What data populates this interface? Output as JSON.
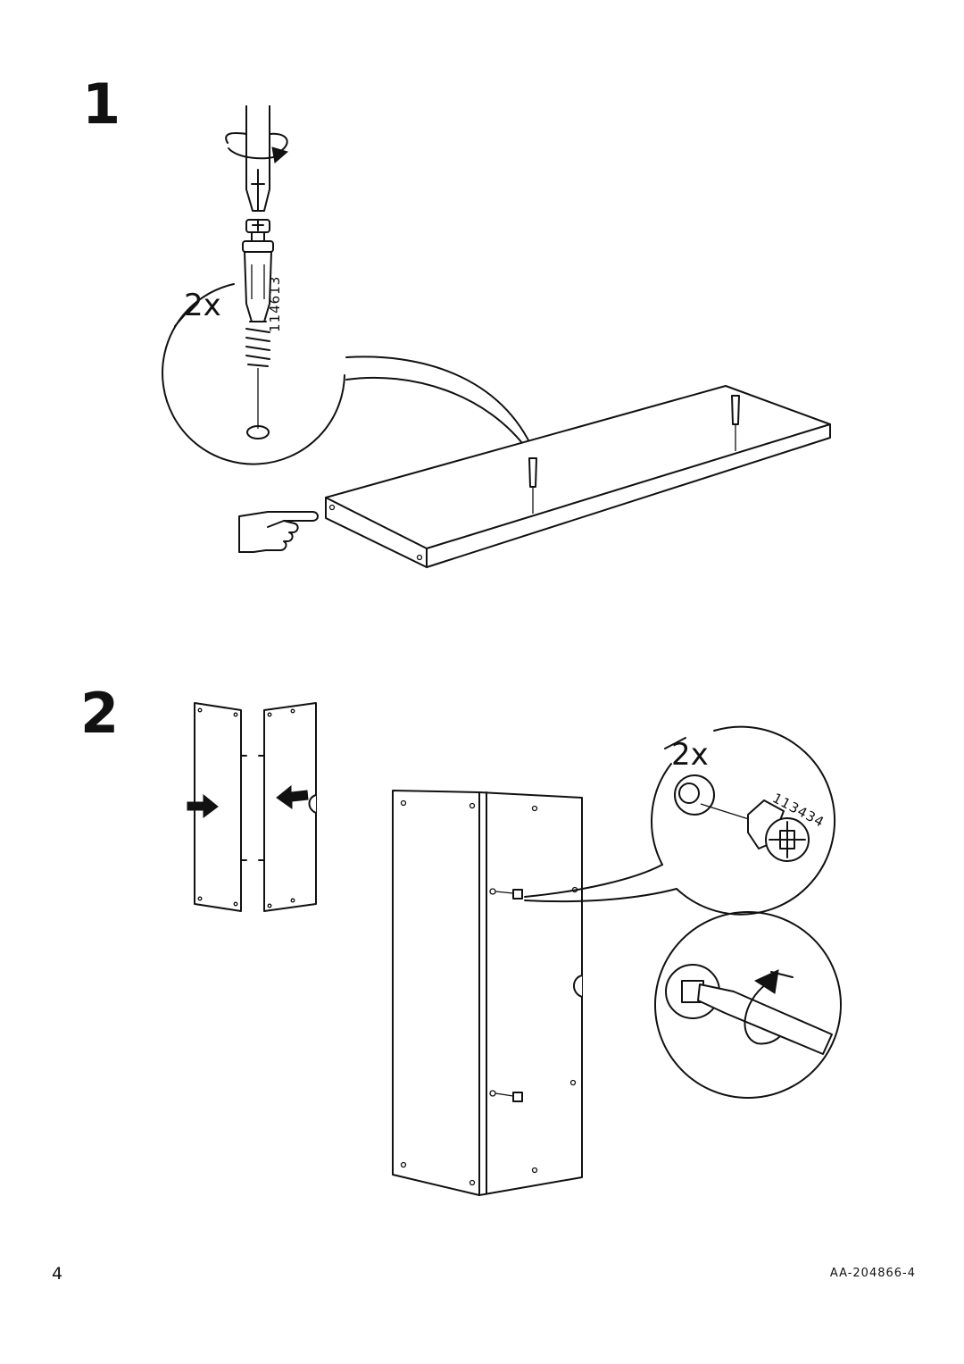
{
  "steps": [
    {
      "number": "1",
      "quantity": "2x",
      "part_number": "114613"
    },
    {
      "number": "2",
      "quantity": "2x",
      "part_number": "113434"
    }
  ],
  "footer": {
    "page_number": "4",
    "document_code": "AA-204866-4"
  }
}
